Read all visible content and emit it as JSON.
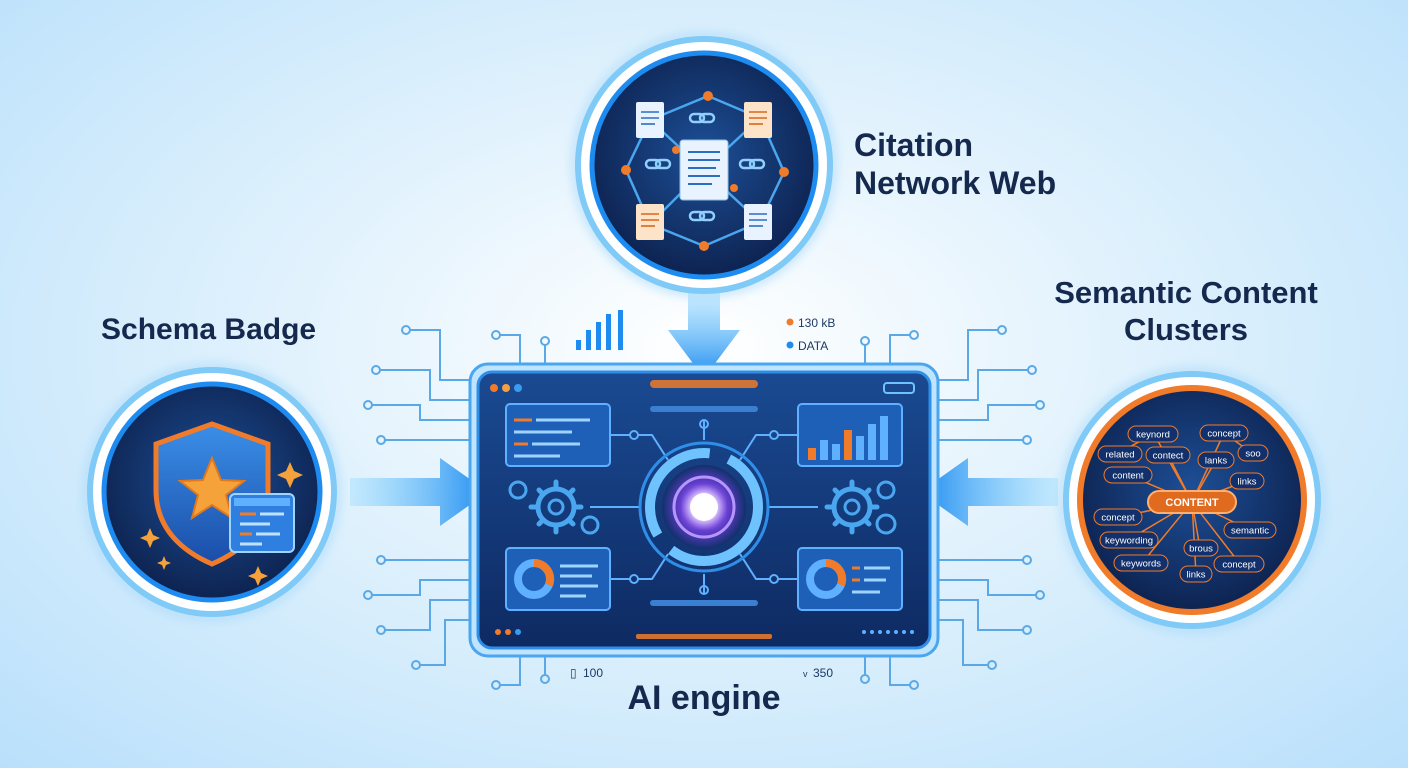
{
  "nodes": {
    "citation": {
      "line1": "Citation",
      "line2": "Network Web"
    },
    "schema": {
      "label": "Schema Badge"
    },
    "semantic": {
      "line1": "Semantic Content",
      "line2": "Clusters"
    },
    "engine": {
      "label": "AI engine"
    }
  },
  "engine_stats": {
    "size": "130 kB",
    "data": "DATA",
    "left_count": "100",
    "right_count": "350"
  },
  "clusters": {
    "center": "CONTENT",
    "keywords": [
      "keynord",
      "concept",
      "related",
      "contect",
      "lanks",
      "soo",
      "content",
      "links",
      "concept",
      "semantic",
      "keywording",
      "brous",
      "keywords",
      "concept",
      "links"
    ]
  },
  "colors": {
    "navy": "#0f2a5c",
    "accent_blue": "#1e8bf0",
    "glow": "#4fc3ff",
    "orange": "#f07b2a",
    "text": "#15284d"
  },
  "icons": [
    "document-icon",
    "chain-link-icon",
    "shield-icon",
    "star-icon",
    "gear-icon",
    "bar-chart-icon",
    "donut-chart-icon",
    "ai-core-icon",
    "arrow-icon"
  ]
}
